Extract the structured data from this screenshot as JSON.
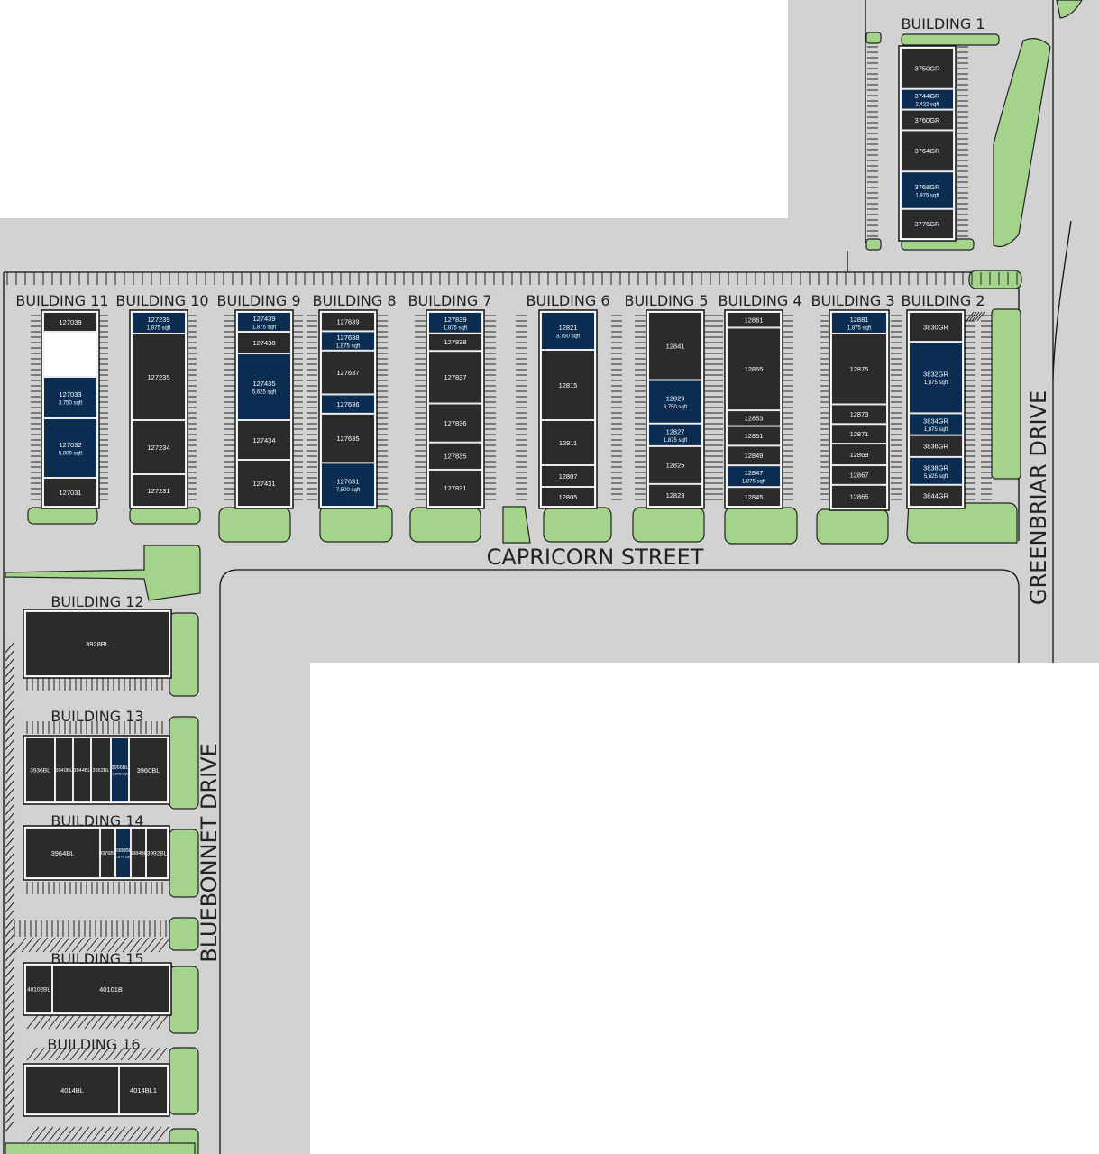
{
  "streets": {
    "capricorn": "CAPRICORN STREET",
    "greenbriar": "GREENBRIAR DRIVE",
    "bluebonnet": "BLUEBONNET DRIVE"
  },
  "colors": {
    "pavement": "#d2d2d2",
    "unit_occupied": "#2b2b2b",
    "unit_available": "#0b2d52",
    "unit_vacant_white": "#ffffff",
    "landscape": "#a4d38c",
    "outline": "#111111"
  },
  "buildings": [
    {
      "id": "b1",
      "label": "BUILDING 1",
      "units": [
        {
          "id": "3750GR",
          "sqft": ""
        },
        {
          "id": "3744GR",
          "sqft": "2,422 sqft",
          "available": true
        },
        {
          "id": "3760GR",
          "sqft": ""
        },
        {
          "id": "3764GR",
          "sqft": ""
        },
        {
          "id": "3768GR",
          "sqft": "1,875 sqft",
          "available": true
        },
        {
          "id": "3776GR",
          "sqft": ""
        }
      ]
    },
    {
      "id": "b2",
      "label": "BUILDING 2",
      "units": [
        {
          "id": "3830GR",
          "sqft": ""
        },
        {
          "id": "3832GR",
          "sqft": "1,875 sqft",
          "available": true
        },
        {
          "id": "3834GR",
          "sqft": "1,875 sqft",
          "available": true
        },
        {
          "id": "3836GR",
          "sqft": ""
        },
        {
          "id": "3838GR",
          "sqft": "5,625 sqft",
          "available": true
        },
        {
          "id": "3844GR",
          "sqft": ""
        }
      ]
    },
    {
      "id": "b3",
      "label": "BUILDING 3",
      "units": [
        {
          "id": "12881",
          "sqft": "1,875 sqft",
          "available": true
        },
        {
          "id": "12875",
          "sqft": ""
        },
        {
          "id": "12873",
          "sqft": ""
        },
        {
          "id": "12871",
          "sqft": ""
        },
        {
          "id": "12869",
          "sqft": ""
        },
        {
          "id": "12867",
          "sqft": ""
        },
        {
          "id": "12865",
          "sqft": ""
        }
      ]
    },
    {
      "id": "b4",
      "label": "BUILDING 4",
      "units": [
        {
          "id": "12861",
          "sqft": ""
        },
        {
          "id": "12855",
          "sqft": ""
        },
        {
          "id": "12853",
          "sqft": ""
        },
        {
          "id": "12851",
          "sqft": ""
        },
        {
          "id": "12849",
          "sqft": ""
        },
        {
          "id": "12847",
          "sqft": "1,875 sqft",
          "available": true
        },
        {
          "id": "12845",
          "sqft": ""
        }
      ]
    },
    {
      "id": "b5",
      "label": "BUILDING 5",
      "units": [
        {
          "id": "12841",
          "sqft": ""
        },
        {
          "id": "12829",
          "sqft": "3,750 sqft",
          "available": true
        },
        {
          "id": "12827",
          "sqft": "1,875 sqft",
          "available": true
        },
        {
          "id": "12825",
          "sqft": ""
        },
        {
          "id": "12823",
          "sqft": ""
        }
      ]
    },
    {
      "id": "b6",
      "label": "BUILDING 6",
      "units": [
        {
          "id": "12821",
          "sqft": "3,750 sqft",
          "available": true
        },
        {
          "id": "12815",
          "sqft": ""
        },
        {
          "id": "12811",
          "sqft": ""
        },
        {
          "id": "12807",
          "sqft": ""
        },
        {
          "id": "12805",
          "sqft": ""
        }
      ]
    },
    {
      "id": "b7",
      "label": "BUILDING 7",
      "units": [
        {
          "id": "127839",
          "sqft": "1,875 sqft",
          "available": true
        },
        {
          "id": "127838",
          "sqft": ""
        },
        {
          "id": "127837",
          "sqft": ""
        },
        {
          "id": "127836",
          "sqft": ""
        },
        {
          "id": "127835",
          "sqft": ""
        },
        {
          "id": "127831",
          "sqft": ""
        }
      ]
    },
    {
      "id": "b8",
      "label": "BUILDING 8",
      "units": [
        {
          "id": "127639",
          "sqft": ""
        },
        {
          "id": "127638",
          "sqft": "1,875 sqft",
          "available": true
        },
        {
          "id": "127637",
          "sqft": ""
        },
        {
          "id": "127636",
          "sqft": "",
          "available": true
        },
        {
          "id": "127635",
          "sqft": ""
        },
        {
          "id": "127631",
          "sqft": "7,500 sqft",
          "available": true
        }
      ]
    },
    {
      "id": "b9",
      "label": "BUILDING 9",
      "units": [
        {
          "id": "127439",
          "sqft": "1,875 sqft",
          "available": true
        },
        {
          "id": "127438",
          "sqft": ""
        },
        {
          "id": "127435",
          "sqft": "5,625 sqft",
          "available": true
        },
        {
          "id": "127434",
          "sqft": ""
        },
        {
          "id": "127431",
          "sqft": ""
        }
      ]
    },
    {
      "id": "b10",
      "label": "BUILDING 10",
      "units": [
        {
          "id": "127239",
          "sqft": "1,875 sqft",
          "available": true
        },
        {
          "id": "127235",
          "sqft": ""
        },
        {
          "id": "127234",
          "sqft": ""
        },
        {
          "id": "127231",
          "sqft": ""
        }
      ]
    },
    {
      "id": "b11",
      "label": "BUILDING 11",
      "units": [
        {
          "id": "127039",
          "sqft": ""
        },
        {
          "id": "",
          "sqft": "",
          "white": true
        },
        {
          "id": "127033",
          "sqft": "3,750 sqft",
          "available": true
        },
        {
          "id": "127032",
          "sqft": "5,000 sqft",
          "available": true
        },
        {
          "id": "127031",
          "sqft": ""
        }
      ]
    },
    {
      "id": "b12",
      "label": "BUILDING 12",
      "units": [
        {
          "id": "3928BL",
          "sqft": ""
        }
      ]
    },
    {
      "id": "b13",
      "label": "BUILDING 13",
      "units": [
        {
          "id": "3936BL",
          "sqft": ""
        },
        {
          "id": "3940BL",
          "sqft": ""
        },
        {
          "id": "3944BL",
          "sqft": ""
        },
        {
          "id": "3952BL",
          "sqft": ""
        },
        {
          "id": "3956BL",
          "sqft": "1,875 sqft",
          "available": true
        },
        {
          "id": "3960BL",
          "sqft": ""
        }
      ]
    },
    {
      "id": "b14",
      "label": "BUILDING 14",
      "units": [
        {
          "id": "3964BL",
          "sqft": ""
        },
        {
          "id": "3976BL",
          "sqft": ""
        },
        {
          "id": "3980BL",
          "sqft": "1,875 sqft",
          "available": true
        },
        {
          "id": "3984BL",
          "sqft": ""
        },
        {
          "id": "3992BL",
          "sqft": ""
        }
      ]
    },
    {
      "id": "b15",
      "label": "BUILDING 15",
      "units": [
        {
          "id": "40102BL",
          "sqft": ""
        },
        {
          "id": "40101B",
          "sqft": ""
        }
      ]
    },
    {
      "id": "b16",
      "label": "BUILDING 16",
      "units": [
        {
          "id": "4014BL",
          "sqft": ""
        },
        {
          "id": "4014BL1",
          "sqft": ""
        }
      ]
    }
  ]
}
